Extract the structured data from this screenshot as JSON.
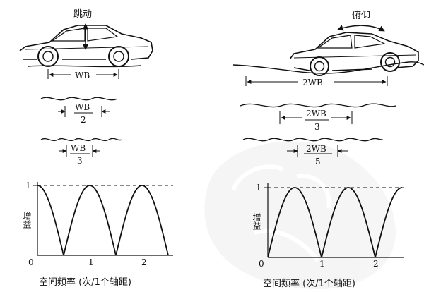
{
  "left": {
    "motion_label": "跳动",
    "wb_label": "WB",
    "wave1": {
      "num": "WB",
      "den": "2"
    },
    "wave2": {
      "num": "WB",
      "den": "3"
    },
    "plot": {
      "ylabel": "增益",
      "ytick": "1",
      "xticks": [
        "0",
        "0.5",
        "1",
        "1.5",
        "2"
      ],
      "xtick_labels_shown": [
        "0",
        "1",
        "2"
      ],
      "xlabel": "空间频率 (次/1个轴距)"
    }
  },
  "right": {
    "motion_label": "俯仰",
    "wb_label": "2WB",
    "wave1": {
      "num": "2WB",
      "den": "3"
    },
    "wave2": {
      "num": "2WB",
      "den": "5"
    },
    "plot": {
      "ylabel": "增益",
      "ytick": "1",
      "xtick_labels_shown": [
        "0",
        "1",
        "2"
      ],
      "xlabel": "空间频率 (次/1个轴距)"
    }
  },
  "colors": {
    "ink": "#111111",
    "watermark": "#e6e6e6"
  }
}
